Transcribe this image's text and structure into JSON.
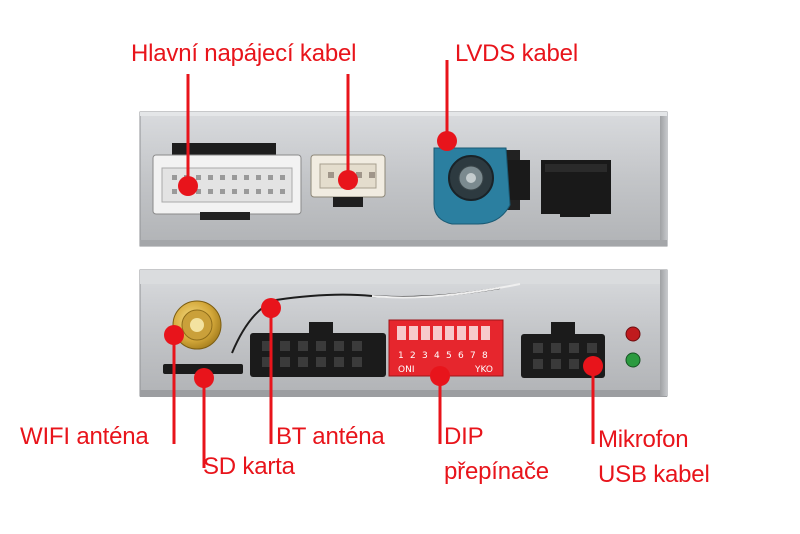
{
  "labels": {
    "main_power_cable": "Hlavní napájecí kabel",
    "lvds_cable": "LVDS kabel",
    "wifi_antenna": "WIFI anténa",
    "sd_card": "SD karta",
    "bt_antenna": "BT anténa",
    "dip_line1": "DIP",
    "dip_line2": "přepínače",
    "mic_line1": "Mikrofon",
    "usb_line2": "USB kabel"
  },
  "dip_switch": {
    "numbers": [
      "1",
      "2",
      "3",
      "4",
      "5",
      "6",
      "7",
      "8"
    ],
    "on_label": "ONI",
    "off_label": "YKO"
  },
  "colors": {
    "callout_red": "#e8141b",
    "box_silver": "#c4c6c9",
    "lvds_teal": "#2b7fa0",
    "dip_red": "#e6262d"
  }
}
